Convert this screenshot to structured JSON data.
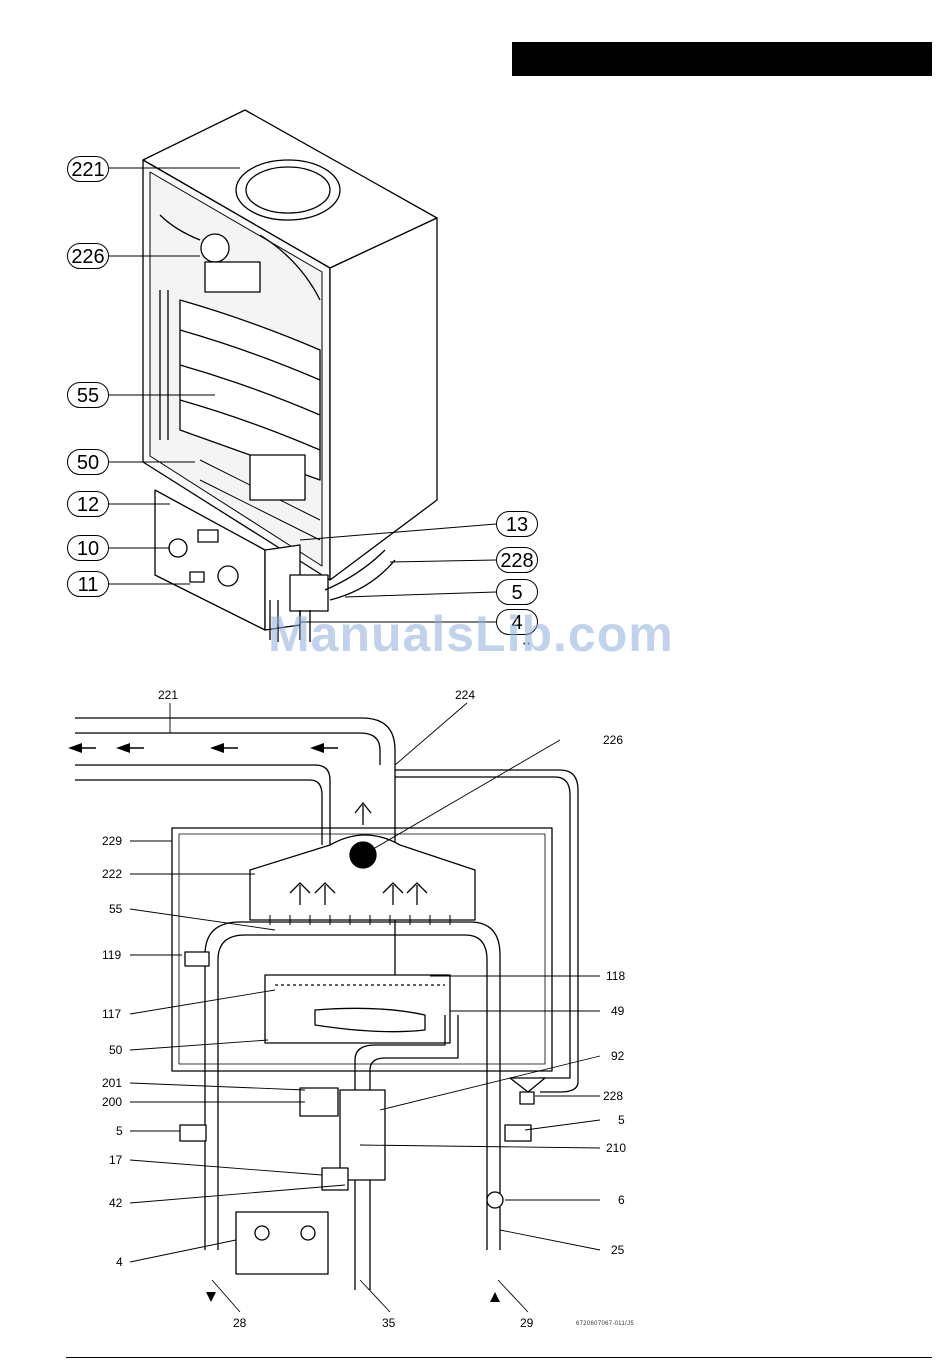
{
  "figure_top": {
    "callouts_left": [
      "221",
      "226",
      "55",
      "50",
      "12",
      "10",
      "11"
    ],
    "callouts_right": [
      "13",
      "228",
      "5",
      "4"
    ]
  },
  "figure_bottom": {
    "left_labels": [
      "229",
      "222",
      "55",
      "119",
      "117",
      "50",
      "201",
      "200",
      "5",
      "17",
      "42",
      "4"
    ],
    "right_labels": [
      "226",
      "118",
      "49",
      "92",
      "228",
      "5",
      "210",
      "6",
      "25"
    ],
    "top_labels": [
      "221",
      "224"
    ],
    "bottom_labels": [
      "28",
      "35",
      "29"
    ],
    "drawing_code": "6720607067-011/J5"
  },
  "watermark": "ManualsLib.com"
}
